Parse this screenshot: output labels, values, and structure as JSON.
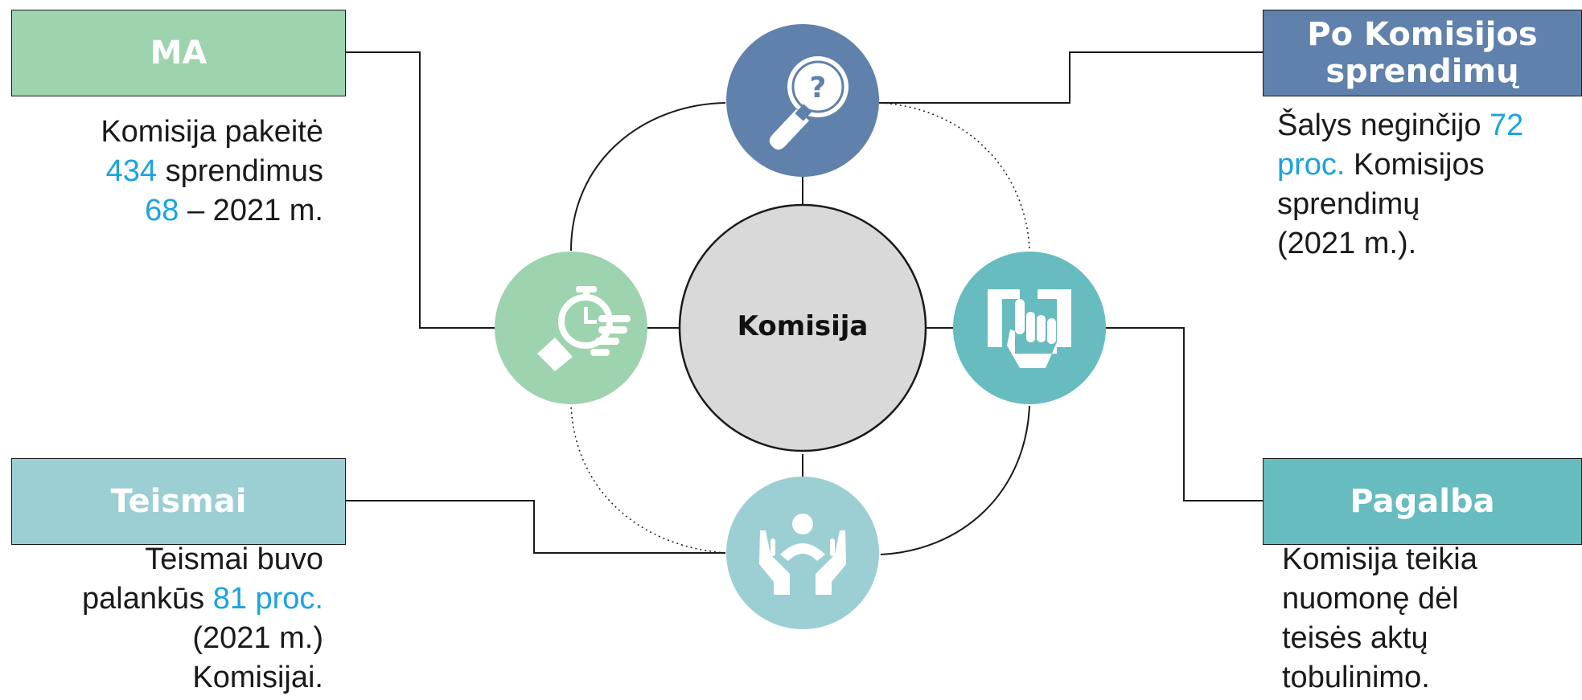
{
  "center": {
    "label": "Komisija"
  },
  "colors": {
    "green": "#9dd3ae",
    "blue": "#5f81ab",
    "teal": "#66bcbf",
    "lightteal": "#9ccfd3",
    "center": "#d9d9d9",
    "highlight": "#1aa3e0"
  },
  "boxes": {
    "ma": {
      "title": "MA"
    },
    "po": {
      "title_line1": "Po Komisijos",
      "title_line2": "sprendimų"
    },
    "teismai": {
      "title": "Teismai"
    },
    "pagalba": {
      "title": "Pagalba"
    }
  },
  "ma_text": {
    "line1": "Komisija pakeitė",
    "num1": "434",
    "line2_rest": " sprendimus",
    "num2": "68",
    "line3_rest": " – 2021 m."
  },
  "po_text": {
    "line1_pre": "Šalys neginčijo ",
    "num": "72",
    "proc": "proc.",
    "line2_rest": " Komisijos",
    "line3": "sprendimų",
    "line4": "(2021 m.)."
  },
  "teismai_text": {
    "line1": "Teismai buvo",
    "line2_pre": "palankūs ",
    "num": "81 proc.",
    "line3": "(2021 m.)",
    "line4": "Komisijai."
  },
  "pagalba_text": {
    "line1": "Komisija teikia",
    "line2": "nuomonę dėl",
    "line3": "teisės aktų",
    "line4": "tobulinimo."
  },
  "icons": {
    "top": "magnifier-question-icon",
    "left": "stopwatch-hand-icon",
    "right": "book-hand-icon",
    "bottom": "hands-person-icon"
  }
}
